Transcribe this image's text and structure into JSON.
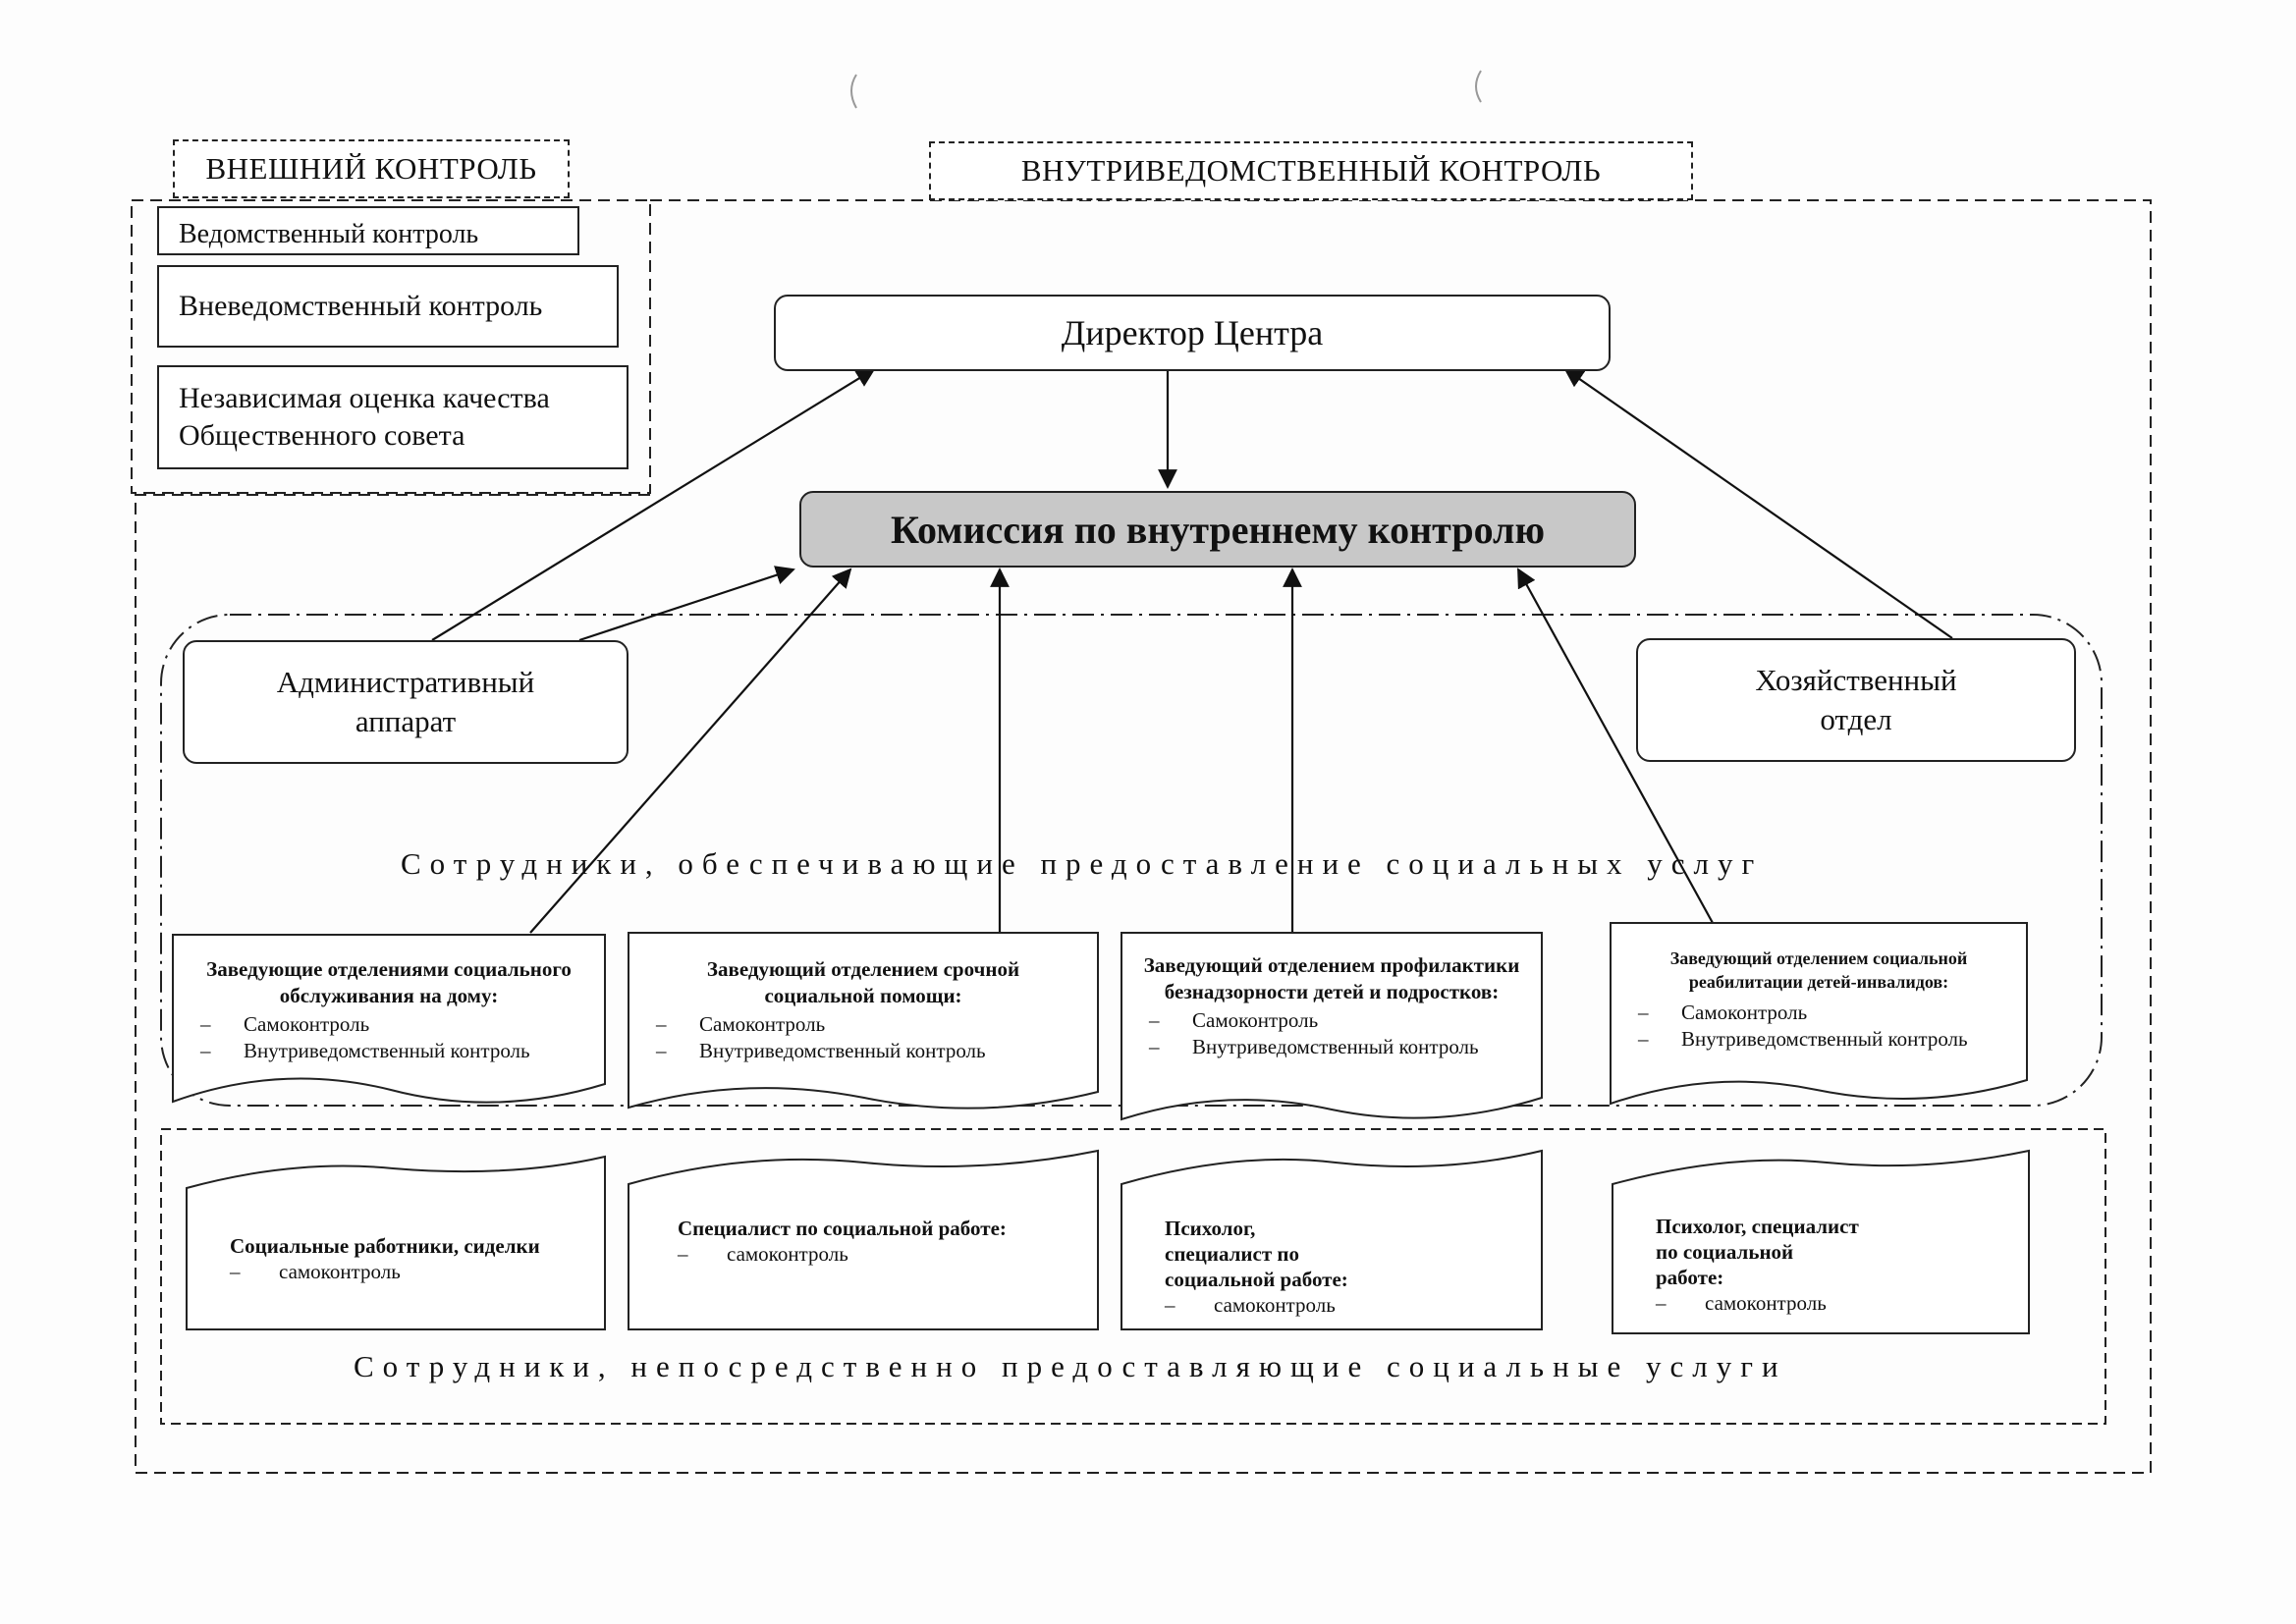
{
  "external_control": {
    "title": "ВНЕШНИЙ КОНТРОЛЬ",
    "items": [
      "Ведомственный контроль",
      "Вневедомственный контроль",
      "Независимая оценка качества Общественного совета"
    ]
  },
  "internal_control": {
    "title": "ВНУТРИВЕДОМСТВЕННЫЙ КОНТРОЛЬ"
  },
  "director": "Директор Центра",
  "commission": "Комиссия по внутреннему контролю",
  "admin": "Административный аппарат",
  "economic": "Хозяйственный отдел",
  "providing_caption": "Сотрудники, обеспечивающие предоставление социальных услуг",
  "direct_caption": "Сотрудники, непосредственно предоставляющие социальные услуги",
  "heads": [
    {
      "title": "Заведующие отделениями социального обслуживания на дому:",
      "items": [
        "Самоконтроль",
        "Внутриведомственный контроль"
      ]
    },
    {
      "title": "Заведующий отделением срочной социальной помощи:",
      "items": [
        "Самоконтроль",
        "Внутриведомственный контроль"
      ]
    },
    {
      "title": "Заведующий отделением профилактики безнадзорности детей и подростков:",
      "items": [
        "Самоконтроль",
        "Внутриведомственный контроль"
      ]
    },
    {
      "title": "Заведующий отделением социальной реабилитации детей-инвалидов:",
      "items": [
        "Самоконтроль",
        "Внутриведомственный контроль"
      ]
    }
  ],
  "workers": [
    {
      "title": "Социальные работники, сиделки",
      "items": [
        "самоконтроль"
      ]
    },
    {
      "title": "Специалист по социальной работе:",
      "items": [
        "самоконтроль"
      ]
    },
    {
      "title": "Психолог, специалист по социальной работе:",
      "items": [
        "самоконтроль"
      ]
    },
    {
      "title": "Психолог, специалист по социальной работе:",
      "items": [
        "самоконтроль"
      ]
    }
  ]
}
